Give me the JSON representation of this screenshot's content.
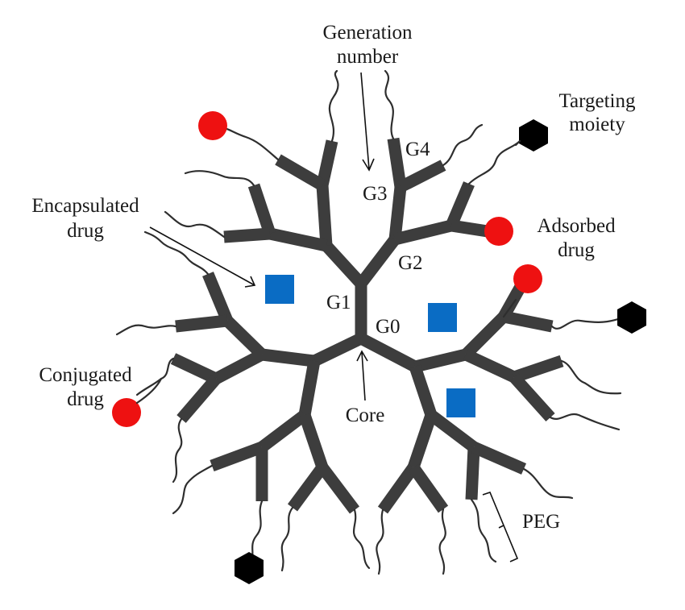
{
  "title": "Dendrimer structure with drug loading modes",
  "colors": {
    "branch": "#3d3d3d",
    "peg": "#2e2e2e",
    "adsorbed_drug": "#ee1111",
    "encapsulated_drug": "#0a6cc4",
    "targeting_moiety": "#000000",
    "background": "#ffffff"
  },
  "labels": {
    "generation_number": [
      "Generation",
      "number"
    ],
    "targeting_moiety": [
      "Targeting",
      "moiety"
    ],
    "encapsulated_drug": [
      "Encapsulated",
      "drug"
    ],
    "adsorbed_drug": [
      "Adsorbed",
      "drug"
    ],
    "conjugated_drug": [
      "Conjugated",
      "drug"
    ],
    "core": "Core",
    "peg": "PEG",
    "generations": [
      "G0",
      "G1",
      "G2",
      "G3",
      "G4"
    ]
  },
  "legend_items": [
    {
      "name": "Encapsulated drug",
      "shape": "square",
      "count": 3
    },
    {
      "name": "Adsorbed / conjugated drug",
      "shape": "circle",
      "count": 4
    },
    {
      "name": "Targeting moiety",
      "shape": "hexagon",
      "count": 3
    }
  ]
}
